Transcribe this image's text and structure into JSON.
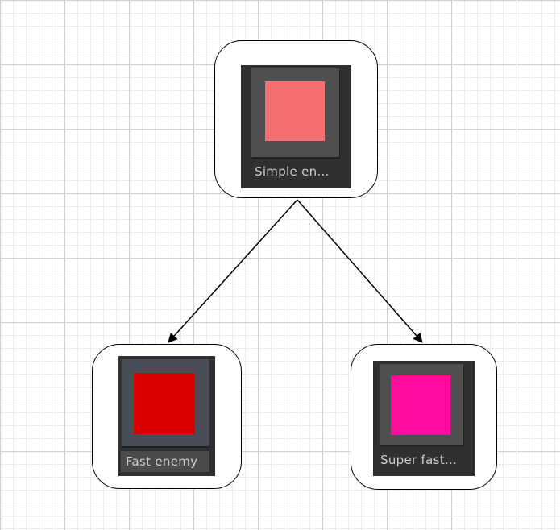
{
  "nodes": {
    "root": {
      "label": "Simple en...",
      "color": "#f47070"
    },
    "left": {
      "label": "Fast enemy",
      "color": "#d80000"
    },
    "right": {
      "label": "Super fast...",
      "color": "#fc0c9c"
    }
  },
  "edges": [
    {
      "from": "root",
      "to": "left"
    },
    {
      "from": "root",
      "to": "right"
    }
  ]
}
